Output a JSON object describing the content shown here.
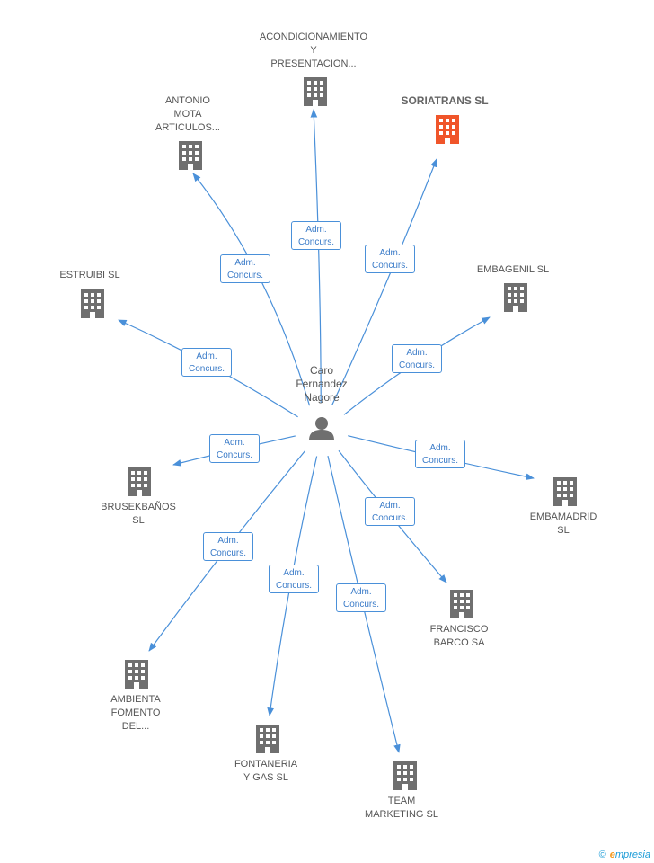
{
  "center": {
    "name": "Caro\nFernandez\nNagore"
  },
  "relation_label": "Adm.\nConcurs.",
  "nodes": [
    {
      "id": "acondicionamiento",
      "label": "ACONDICIONAMIENTO\nY\nPRESENTACION...",
      "highlight": false
    },
    {
      "id": "soriatrans",
      "label": "SORIATRANS SL",
      "highlight": true
    },
    {
      "id": "antonio-mota",
      "label": "ANTONIO\nMOTA\nARTICULOS...",
      "highlight": false
    },
    {
      "id": "estruibi",
      "label": "ESTRUIBI SL",
      "highlight": false
    },
    {
      "id": "embagenil",
      "label": "EMBAGENIL SL",
      "highlight": false
    },
    {
      "id": "brusekbanos",
      "label": "BRUSEKBAÑOS\nSL",
      "highlight": false
    },
    {
      "id": "embamadrid",
      "label": "EMBAMADRID\nSL",
      "highlight": false
    },
    {
      "id": "francisco-barco",
      "label": "FRANCISCO\nBARCO SA",
      "highlight": false
    },
    {
      "id": "ambienta-fomento",
      "label": "AMBIENTA\nFOMENTO\nDEL...",
      "highlight": false
    },
    {
      "id": "fontaneria",
      "label": "FONTANERIA\nY GAS SL",
      "highlight": false
    },
    {
      "id": "team-marketing",
      "label": "TEAM\nMARKETING SL",
      "highlight": false
    }
  ],
  "colors": {
    "edge": "#4a90d9",
    "company_icon": "#6f6f6f",
    "highlight_icon": "#f0552a",
    "person_icon": "#6f6f6f"
  },
  "footer": {
    "copyright_symbol": "©",
    "brand_first": "e",
    "brand_rest": "mpresia"
  }
}
